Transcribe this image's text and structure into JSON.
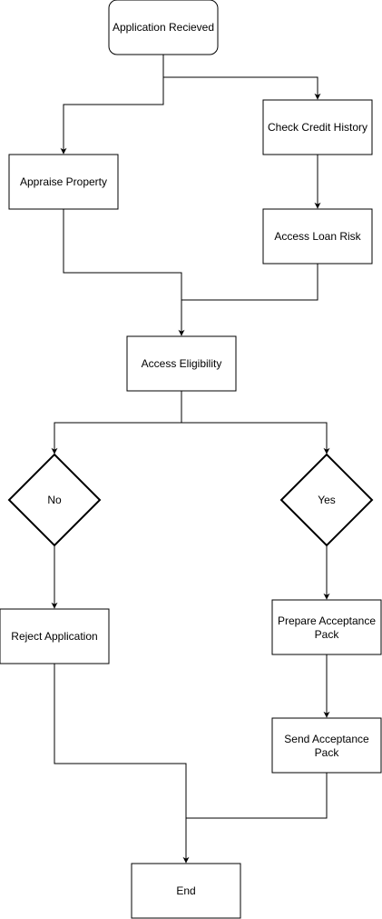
{
  "diagram": {
    "type": "flowchart",
    "nodes": {
      "start": "Application Recieved",
      "check_credit": "Check Credit History",
      "appraise": "Appraise Property",
      "loan_risk": "Access Loan Risk",
      "eligibility": "Access Eligibility",
      "decision_no": "No",
      "decision_yes": "Yes",
      "reject": "Reject Application",
      "prepare_pack": {
        "line1": "Prepare Acceptance",
        "line2": "Pack"
      },
      "send_pack": {
        "line1": "Send Acceptance",
        "line2": "Pack"
      },
      "end": "End"
    },
    "edges": [
      {
        "from": "start",
        "to": "check_credit"
      },
      {
        "from": "start",
        "to": "appraise"
      },
      {
        "from": "check_credit",
        "to": "loan_risk"
      },
      {
        "from": "appraise",
        "to": "eligibility"
      },
      {
        "from": "loan_risk",
        "to": "eligibility"
      },
      {
        "from": "eligibility",
        "to": "decision_no"
      },
      {
        "from": "eligibility",
        "to": "decision_yes"
      },
      {
        "from": "decision_no",
        "to": "reject"
      },
      {
        "from": "decision_yes",
        "to": "prepare_pack"
      },
      {
        "from": "prepare_pack",
        "to": "send_pack"
      },
      {
        "from": "reject",
        "to": "end"
      },
      {
        "from": "send_pack",
        "to": "end"
      }
    ],
    "colors": {
      "stroke": "#000000",
      "fill": "#ffffff",
      "text": "#000000"
    }
  }
}
